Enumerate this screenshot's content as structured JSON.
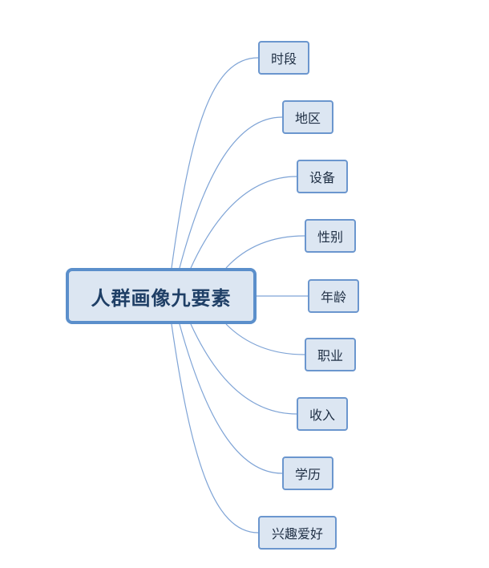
{
  "center": {
    "label": "人群画像九要素"
  },
  "branches": [
    {
      "id": "time",
      "label": "时段"
    },
    {
      "id": "region",
      "label": "地区"
    },
    {
      "id": "device",
      "label": "设备"
    },
    {
      "id": "gender",
      "label": "性别"
    },
    {
      "id": "age",
      "label": "年龄"
    },
    {
      "id": "job",
      "label": "职业"
    },
    {
      "id": "income",
      "label": "收入"
    },
    {
      "id": "education",
      "label": "学历"
    },
    {
      "id": "interest",
      "label": "兴趣爱好"
    }
  ],
  "colors": {
    "node_fill": "#dce6f2",
    "center_border": "#5b8fcb",
    "branch_border": "#6b96ce",
    "connector": "#7fa4d6",
    "text": "#1f2f44"
  }
}
